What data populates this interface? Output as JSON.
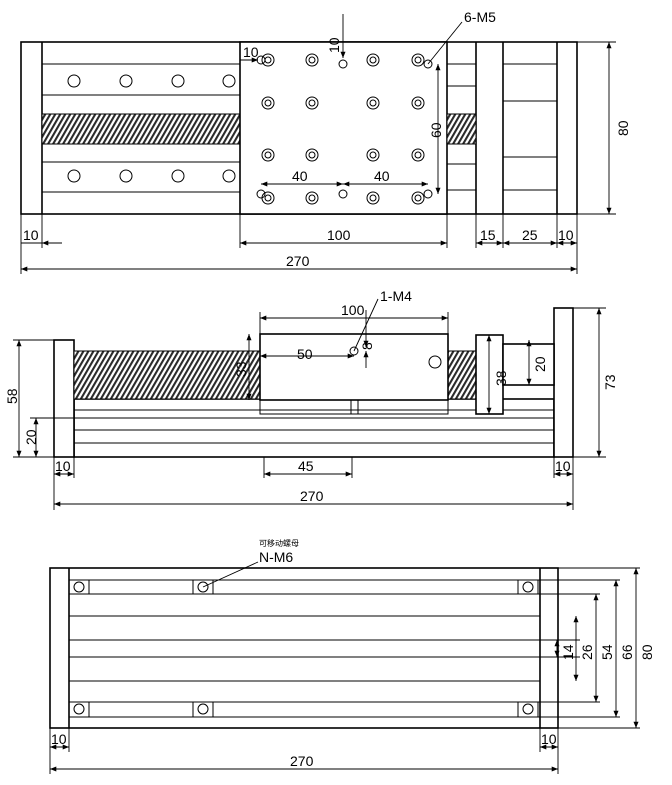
{
  "top_view": {
    "callout": "6-M5",
    "dims": {
      "hole_offset_x": "10",
      "hole_offset_y": "10",
      "hole_spacing_y": "60",
      "hole_spacing_x_left": "40",
      "hole_spacing_x_right": "40",
      "height": "80",
      "end_left": "10",
      "carriage": "100",
      "block": "15",
      "motor_gap": "25",
      "end_right": "10",
      "total": "270"
    }
  },
  "side_view": {
    "callout": "1-M4",
    "dims": {
      "carriage": "100",
      "hole_from_left": "50",
      "hole_height": "8",
      "carriage_height": "33",
      "block_height": "38",
      "motor_offset": "20",
      "total_height": "73",
      "body_height": "58",
      "base_height": "20",
      "end_left": "10",
      "base_span": "45",
      "end_right": "10",
      "total": "270"
    }
  },
  "bottom_view": {
    "note": "可移动螺母",
    "callout": "N-M6",
    "dims": {
      "slot_center": "14",
      "d26": "26",
      "d54": "54",
      "d66": "66",
      "d80": "80",
      "end_left": "10",
      "end_right": "10",
      "total": "270"
    }
  }
}
